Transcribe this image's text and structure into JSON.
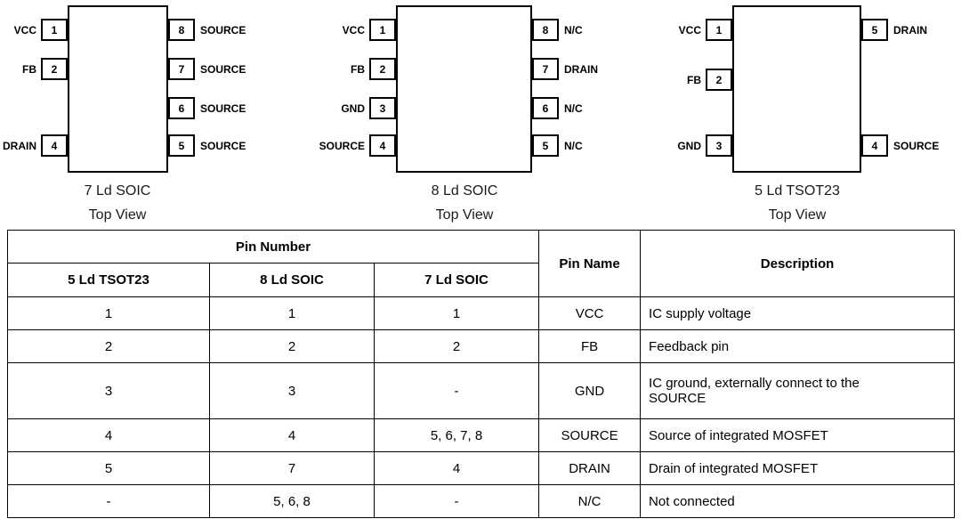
{
  "packages": [
    {
      "title": "7 Ld SOIC",
      "view": "Top View",
      "left_pins": [
        {
          "name": "VCC",
          "num": "1"
        },
        {
          "name": "FB",
          "num": "2"
        },
        {
          "name": "DRAIN",
          "num": "4"
        }
      ],
      "right_pins": [
        {
          "name": "SOURCE",
          "num": "8"
        },
        {
          "name": "SOURCE",
          "num": "7"
        },
        {
          "name": "SOURCE",
          "num": "6"
        },
        {
          "name": "SOURCE",
          "num": "5"
        }
      ]
    },
    {
      "title": "8 Ld SOIC",
      "view": "Top View",
      "left_pins": [
        {
          "name": "VCC",
          "num": "1"
        },
        {
          "name": "FB",
          "num": "2"
        },
        {
          "name": "GND",
          "num": "3"
        },
        {
          "name": "SOURCE",
          "num": "4"
        }
      ],
      "right_pins": [
        {
          "name": "N/C",
          "num": "8"
        },
        {
          "name": "DRAIN",
          "num": "7"
        },
        {
          "name": "N/C",
          "num": "6"
        },
        {
          "name": "N/C",
          "num": "5"
        }
      ]
    },
    {
      "title": "5 Ld TSOT23",
      "view": "Top View",
      "left_pins": [
        {
          "name": "VCC",
          "num": "1"
        },
        {
          "name": "FB",
          "num": "2"
        },
        {
          "name": "GND",
          "num": "3"
        }
      ],
      "right_pins": [
        {
          "name": "DRAIN",
          "num": "5"
        },
        {
          "name": "SOURCE",
          "num": "4"
        }
      ]
    }
  ],
  "pin_table": {
    "group_header": "Pin Number",
    "col_headers": [
      "5 Ld TSOT23",
      "8 Ld SOIC",
      "7 Ld SOIC"
    ],
    "name_header": "Pin Name",
    "desc_header": "Description",
    "rows": [
      {
        "tsot23": "1",
        "soic8": "1",
        "soic7": "1",
        "name": "VCC",
        "desc": "IC supply voltage"
      },
      {
        "tsot23": "2",
        "soic8": "2",
        "soic7": "2",
        "name": "FB",
        "desc": "Feedback pin"
      },
      {
        "tsot23": "3",
        "soic8": "3",
        "soic7": "-",
        "name": "GND",
        "desc": "IC ground, externally connect to the SOURCE"
      },
      {
        "tsot23": "4",
        "soic8": "4",
        "soic7": "5, 6, 7, 8",
        "name": "SOURCE",
        "desc": "Source of integrated MOSFET"
      },
      {
        "tsot23": "5",
        "soic8": "7",
        "soic7": "4",
        "name": "DRAIN",
        "desc": "Drain of integrated MOSFET"
      },
      {
        "tsot23": "-",
        "soic8": "5, 6, 8",
        "soic7": "-",
        "name": "N/C",
        "desc": "Not connected"
      }
    ]
  }
}
